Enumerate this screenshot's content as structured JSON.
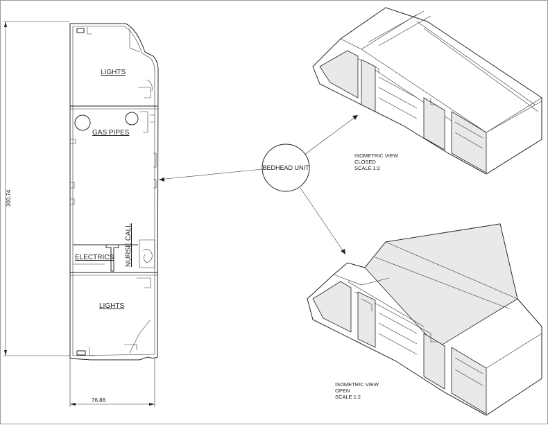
{
  "labels": {
    "lights_top": "LIGHTS",
    "gas_pipes": "GAS PIPES",
    "electrics": "ELECTRICS",
    "nurse_call": "NURSE CALL",
    "lights_bottom": "LIGHTS",
    "center": "BEDHEAD UNIT"
  },
  "dimensions": {
    "height": "300.74",
    "width": "76.86"
  },
  "views": {
    "closed": {
      "line1": "ISOMETRIC VIEW",
      "line2": "CLOSED",
      "line3": "SCALE 1:2"
    },
    "open": {
      "line1": "ISOMETRIC VIEW",
      "line2": "OPEN",
      "line3": "SCALE 1:2"
    }
  }
}
